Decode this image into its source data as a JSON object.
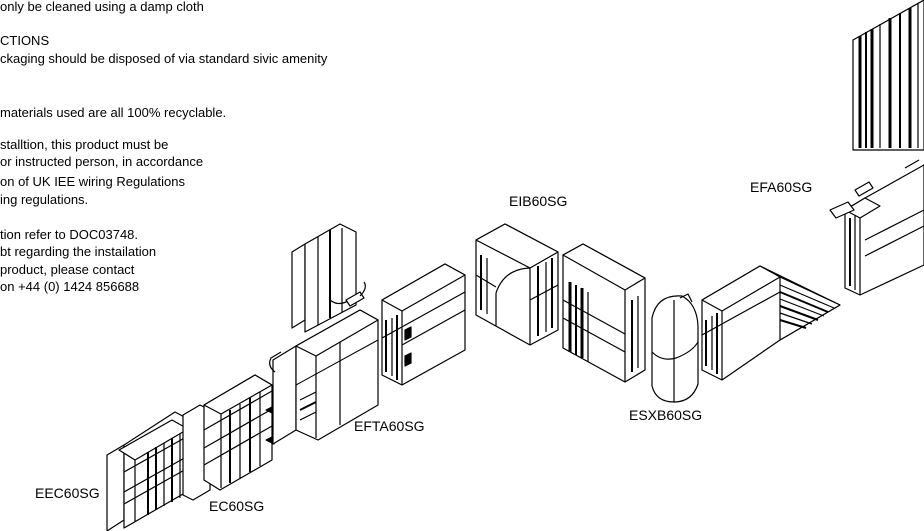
{
  "instructions": {
    "line_care": "only be cleaned using a damp cloth",
    "heading_instructions": "CTIONS",
    "line_packaging": "ckaging should be disposed of via standard sivic amenity",
    "line_recycle": "materials used are all 100% recyclable.",
    "install_1": "stalltion, this product must be",
    "install_2": "or instructed person, in accordance",
    "install_3": "on of UK IEE wiring Regulations",
    "install_4": "ing regulations.",
    "info_1": "tion refer to DOC03748.",
    "info_2": "bt regarding the instailation",
    "info_3": "product, please contact",
    "info_4": "on +44 (0) 1424 856688"
  },
  "labels": {
    "eib": "EIB60SG",
    "efa": "EFA60SG",
    "efta": "EFTA60SG",
    "esxb": "ESXB60SG",
    "eec": "EEC60SG",
    "ec": "EC60SG"
  }
}
